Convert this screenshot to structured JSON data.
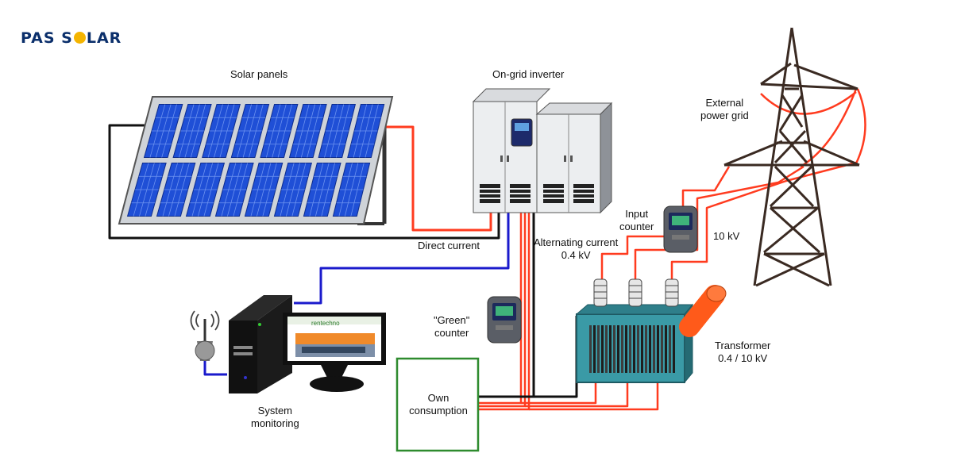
{
  "logo": {
    "text_before": "PAS S",
    "text_after": "LAR",
    "sun_color": "#f4b400",
    "text_color": "#0b2f6b"
  },
  "labels": {
    "solar_panels": "Solar panels",
    "inverter": "On-grid inverter",
    "external_grid_line1": "External",
    "external_grid_line2": "power grid",
    "input_counter_line1": "Input",
    "input_counter_line2": "counter",
    "voltage_10kv": "10 kV",
    "direct_current": "Direct current",
    "alternating_current_line1": "Alternating current",
    "alternating_current_line2": "0.4 kV",
    "green_counter_line1": "\"Green\"",
    "green_counter_line2": "counter",
    "transformer_line1": "Transformer",
    "transformer_line2": "0.4 / 10 kV",
    "system_monitoring_line1": "System",
    "system_monitoring_line2": "monitoring",
    "own_consumption_line1": "Own",
    "own_consumption_line2": "consumption",
    "monitor_brand": "rentechno"
  },
  "colors": {
    "ac_wire": "#ff3b1f",
    "dc_wire": "#ff3b1f",
    "signal_wire": "#1a1acc",
    "panel_blue": "#1f4fd6",
    "own_box_border": "#2e8b2e",
    "transformer": "#3a9aa6",
    "tower": "#3a2a22"
  }
}
